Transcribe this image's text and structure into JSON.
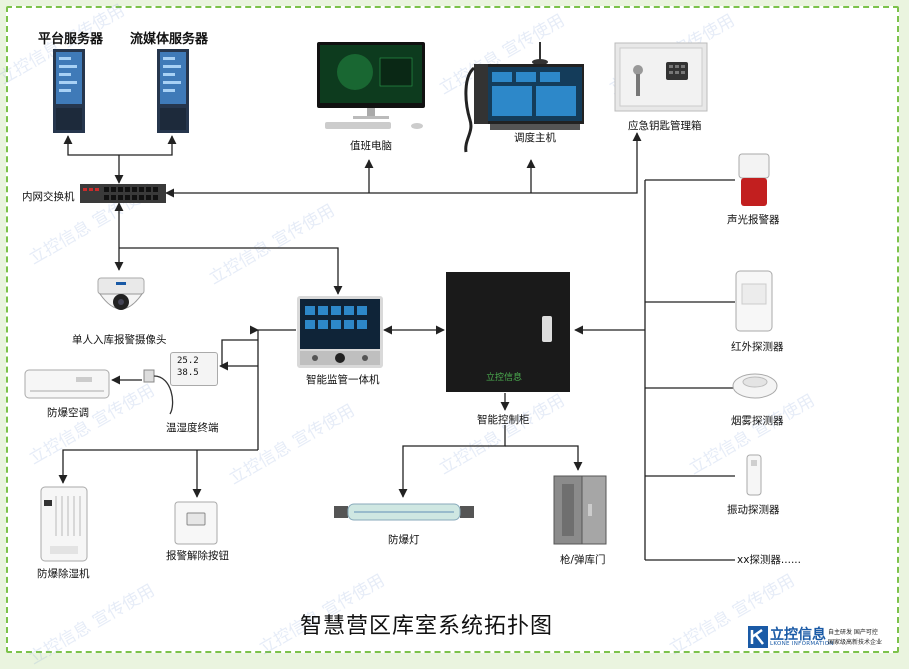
{
  "title": "智慧营区库室系统拓扑图",
  "labels": {
    "platform_server": "平台服务器",
    "media_server": "流媒体服务器",
    "duty_pc": "值班电脑",
    "dispatch_host": "调度主机",
    "key_cabinet": "应急钥匙管理箱",
    "switch": "内网交换机",
    "camera": "单人入库报警摄像头",
    "aio_terminal": "智能监管一体机",
    "control_cabinet": "智能控制柜",
    "aircon": "防爆空调",
    "th_terminal": "温湿度终端",
    "dehumidifier": "防爆除湿机",
    "alarm_button": "报警解除按钮",
    "explosion_lamp": "防爆灯",
    "armory_door": "枪/弹库门",
    "sound_light_alarm": "声光报警器",
    "infrared_detector": "红外探测器",
    "smoke_detector": "烟雾探测器",
    "vibration_detector": "振动探测器",
    "other_detector": "xx探测器......"
  },
  "cabinet_brand": "立控信息",
  "th_display": {
    "temp": "25.2",
    "humidity": "38.5"
  },
  "watermark": "立控信息 宣传使用",
  "logo": {
    "name": "立控信息",
    "english": "LKONE INFORMATION",
    "tag1": "自主研发 国产可控",
    "tag2": "国家级高新技术企业"
  }
}
